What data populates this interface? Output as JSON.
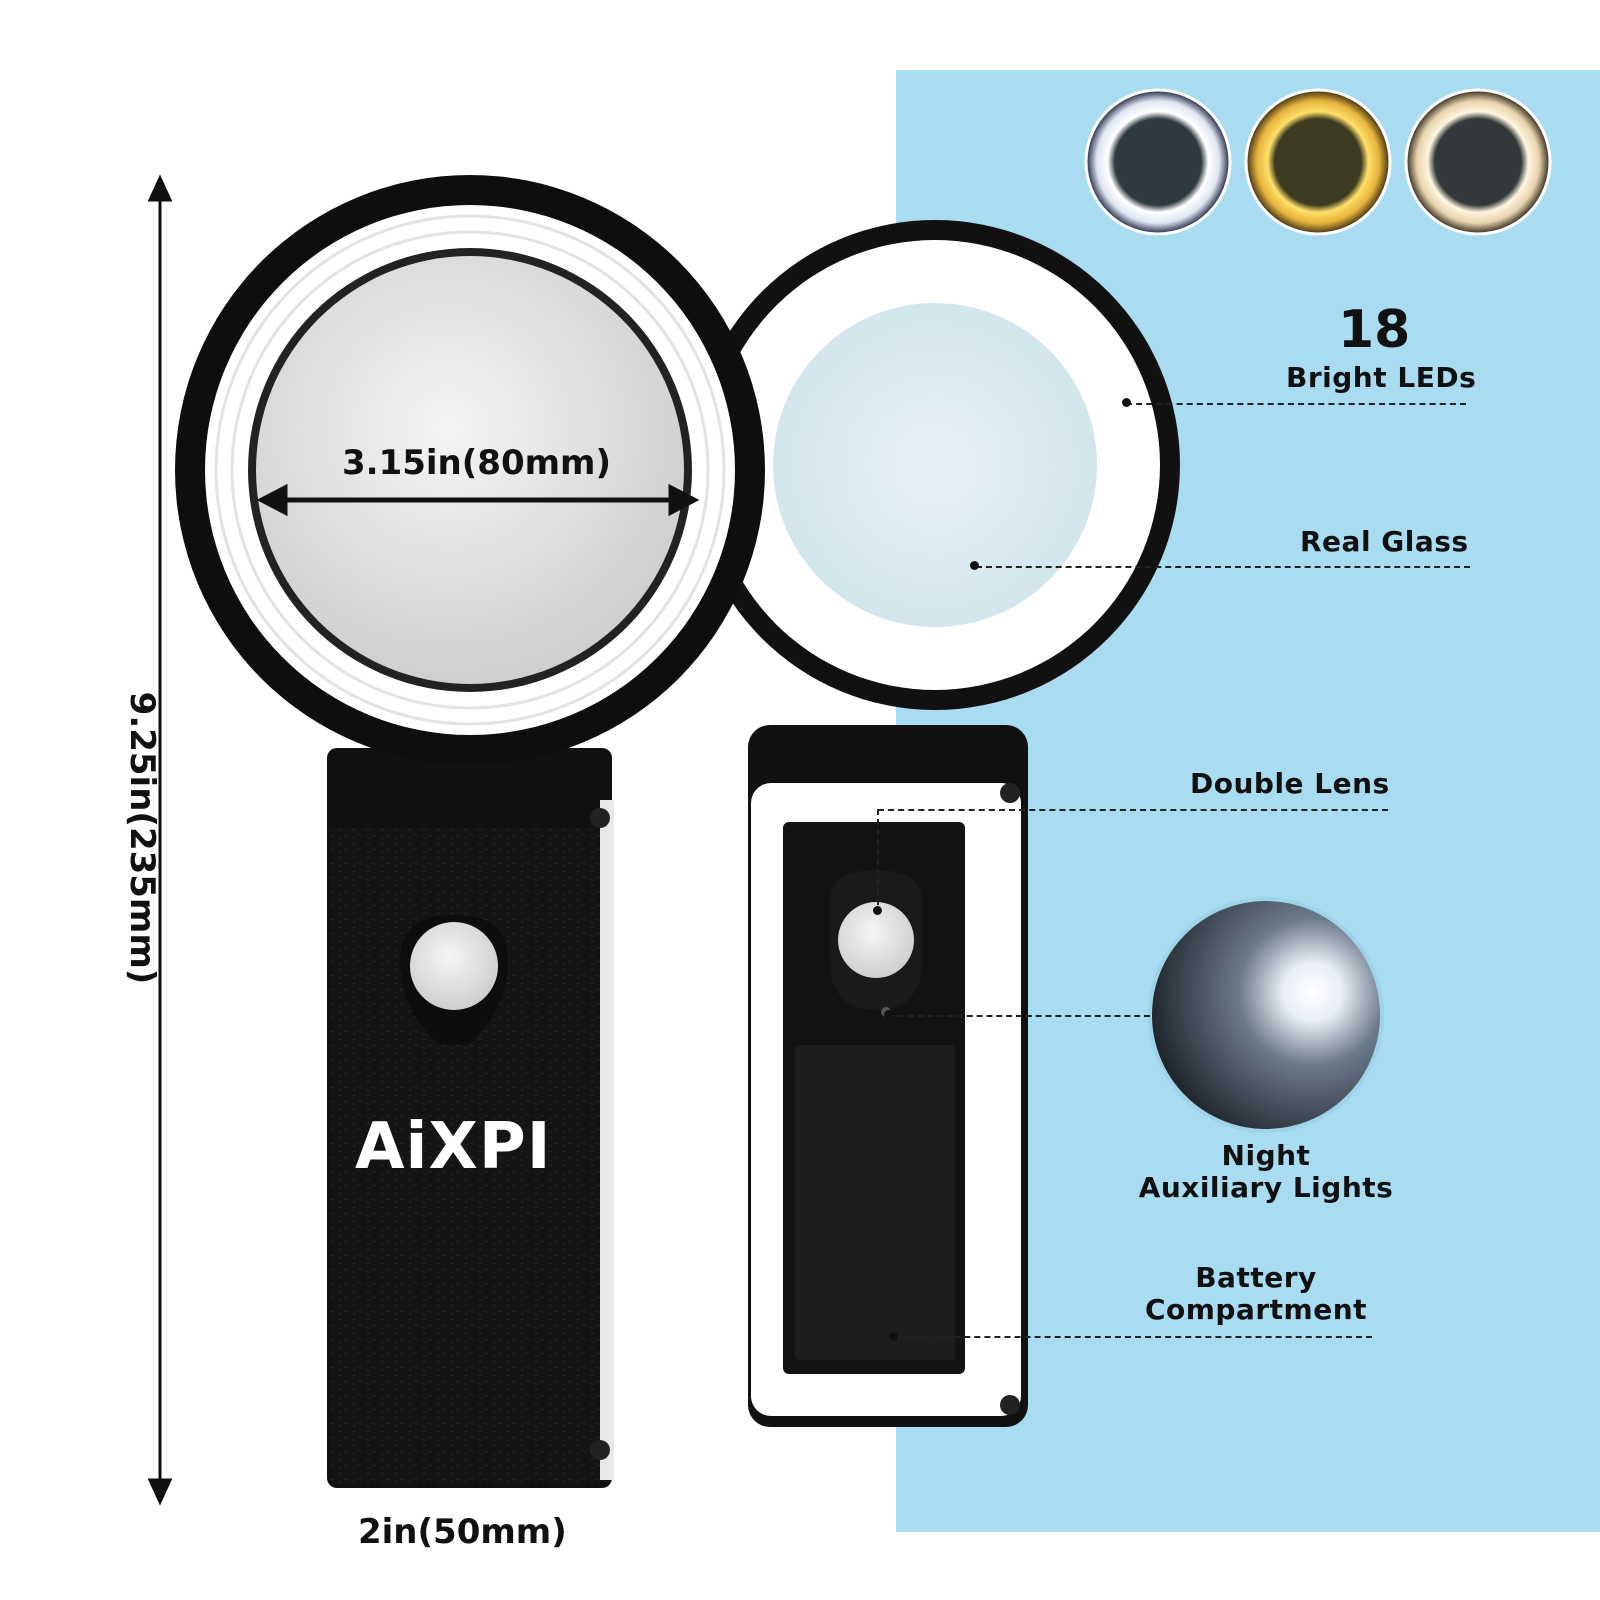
{
  "brand": "AiXPI",
  "dimensions": {
    "lens_diameter": "3.15in(80mm)",
    "height": "9.25in(235mm)",
    "width": "2in(50mm)"
  },
  "features": {
    "led_count": "18",
    "led_label": "Bright LEDs",
    "glass": "Real Glass",
    "double_lens": "Double Lens",
    "night_line1": "Night",
    "night_line2": "Auxiliary Lights",
    "battery_line1": "Battery",
    "battery_line2": "Compartment"
  },
  "light_modes": [
    "white",
    "warm-yellow",
    "neutral"
  ],
  "colors": {
    "panel_blue": "#a9dcf0",
    "body_black": "#111111",
    "ring_white": "#ffffff",
    "warm_light": "#f3c742"
  }
}
